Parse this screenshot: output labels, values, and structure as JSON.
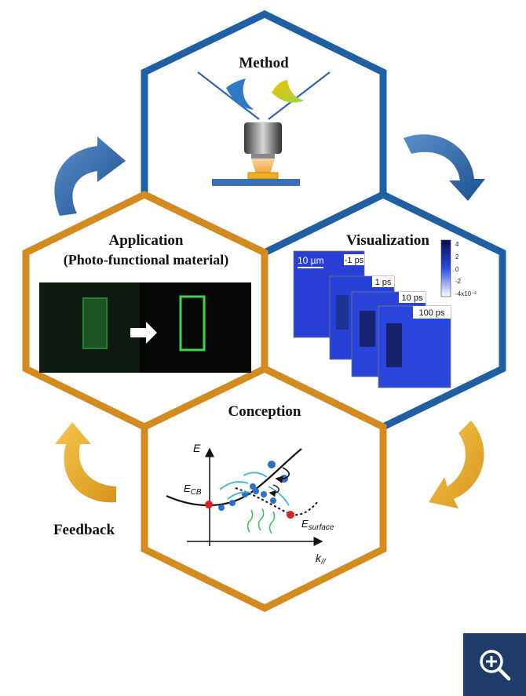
{
  "figure": {
    "method": {
      "title": "Method"
    },
    "application": {
      "title_line1": "Application",
      "title_line2": "(Photo-functional material)"
    },
    "visualization": {
      "title": "Visualization",
      "scale_bar": "10 µm",
      "frames": [
        "-1 ps",
        "1 ps",
        "10 ps",
        "100 ps"
      ],
      "colorbar_ticks": [
        "4",
        "2",
        "0",
        "-2",
        "-4x10⁻²"
      ]
    },
    "conception": {
      "title": "Conception",
      "axis_y": "E",
      "axis_x": "k",
      "axis_x_sub": "//",
      "ecb": "E",
      "ecb_sub": "CB",
      "esurface": "E",
      "esurface_sub": "surface"
    },
    "feedback": {
      "label": "Feedback"
    }
  },
  "colors": {
    "blue_hex": "#1f5fa3",
    "orange_hex": "#d48a1f",
    "navy_button": "#1f3b6a"
  },
  "icons": {
    "zoom": "zoom-in-icon"
  }
}
